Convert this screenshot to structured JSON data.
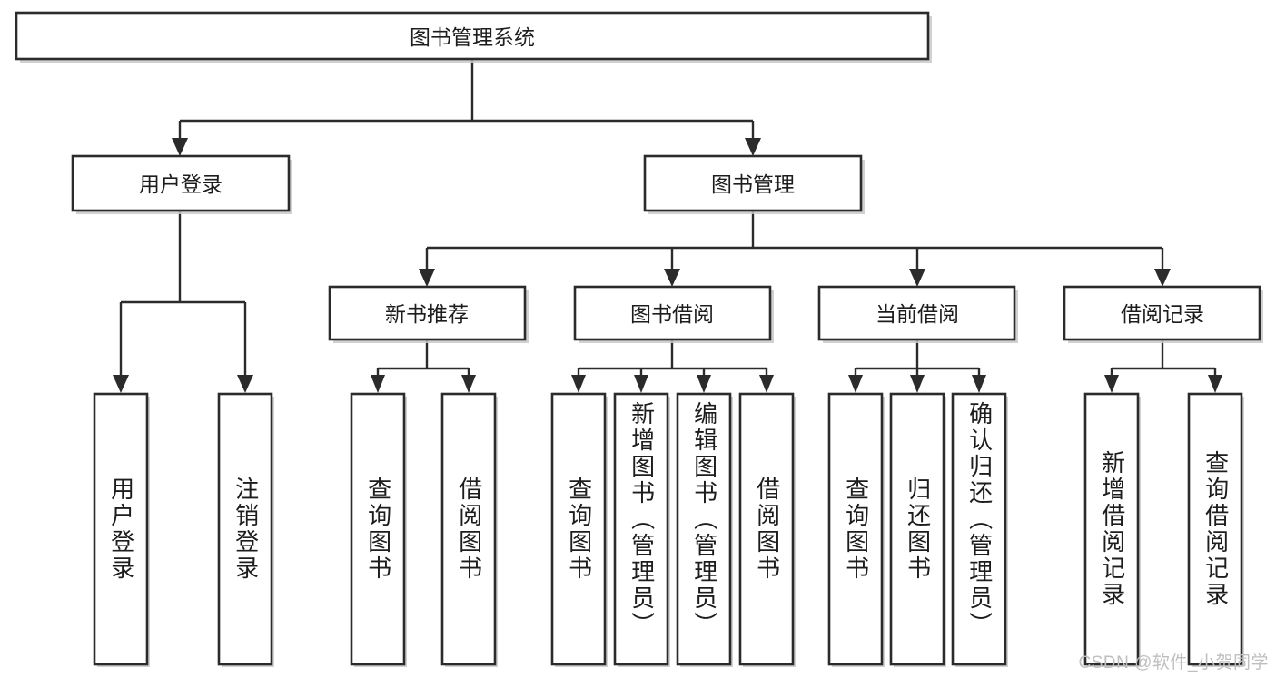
{
  "diagram": {
    "title": "图书管理系统",
    "type": "tree-hierarchy-diagram",
    "watermark": "CSDN @软件_小贺同学",
    "colors": {
      "box_stroke": "#2b2b2b",
      "box_fill": "#ffffff",
      "text": "#1d1d1d",
      "watermark": "#bfbfbf",
      "shadow": "#c9c9c9"
    },
    "root": {
      "label": "图书管理系统"
    },
    "level2": [
      {
        "label": "用户登录"
      },
      {
        "label": "图书管理"
      }
    ],
    "level3": [
      {
        "label": "新书推荐"
      },
      {
        "label": "图书借阅"
      },
      {
        "label": "当前借阅"
      },
      {
        "label": "借阅记录"
      }
    ],
    "leaves": {
      "user_login": [
        {
          "label": "用户登录"
        },
        {
          "label": "注销登录"
        }
      ],
      "new_book_recommend": [
        {
          "label": "查询图书"
        },
        {
          "label": "借阅图书"
        }
      ],
      "book_borrow": [
        {
          "label": "查询图书"
        },
        {
          "label": "新增图书（管理员）"
        },
        {
          "label": "编辑图书（管理员）"
        },
        {
          "label": "借阅图书"
        }
      ],
      "current_borrow": [
        {
          "label": "查询图书"
        },
        {
          "label": "归还图书"
        },
        {
          "label": "确认归还（管理员）"
        }
      ],
      "borrow_record": [
        {
          "label": "新增借阅记录"
        },
        {
          "label": "查询借阅记录"
        }
      ]
    }
  }
}
